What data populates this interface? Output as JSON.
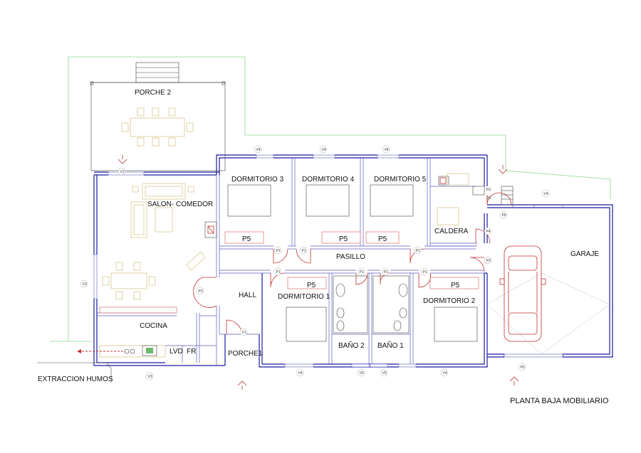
{
  "drawing_title": "PLANTA BAJA MOBILIARIO",
  "rooms": {
    "porche2": "PORCHE 2",
    "salon": "SALON- COMEDOR",
    "cocina": "COCINA",
    "lvd": "LVD",
    "fr": "FR",
    "hall": "HALL",
    "porche1": "PORCHE1",
    "dorm3": "DORMITORIO 3",
    "dorm4": "DORMITORIO 4",
    "dorm5": "DORMITORIO 5",
    "dorm1": "DORMITORIO 1",
    "dorm2": "DORMITORIO 2",
    "pasillo": "PASILLO",
    "caldera": "CALDERA",
    "garaje": "GARAJE",
    "bano2": "BAÑO 2",
    "bano1": "BAÑO 1"
  },
  "closets": [
    "P5",
    "P5",
    "P5",
    "P5",
    "P5"
  ],
  "extraction_label": "EXTRACCION HUMOS",
  "tags": {
    "v4": "V4",
    "v3": "V3",
    "v2": "V2",
    "v1": "V1",
    "v5": "V5",
    "v6": "V6",
    "p1": "P1",
    "p2": "P2",
    "p3": "P3",
    "p4": "P4",
    "p5": "P5",
    "p6": "P6",
    "r1": "R1"
  },
  "colors": {
    "outer_wall": "#1a1aa0",
    "inner_wall": "#5a5ac8",
    "site_boundary": "#8fd68f",
    "furniture": "#d8c890",
    "car": "#c03030",
    "entry_arrow": "#c03030"
  }
}
